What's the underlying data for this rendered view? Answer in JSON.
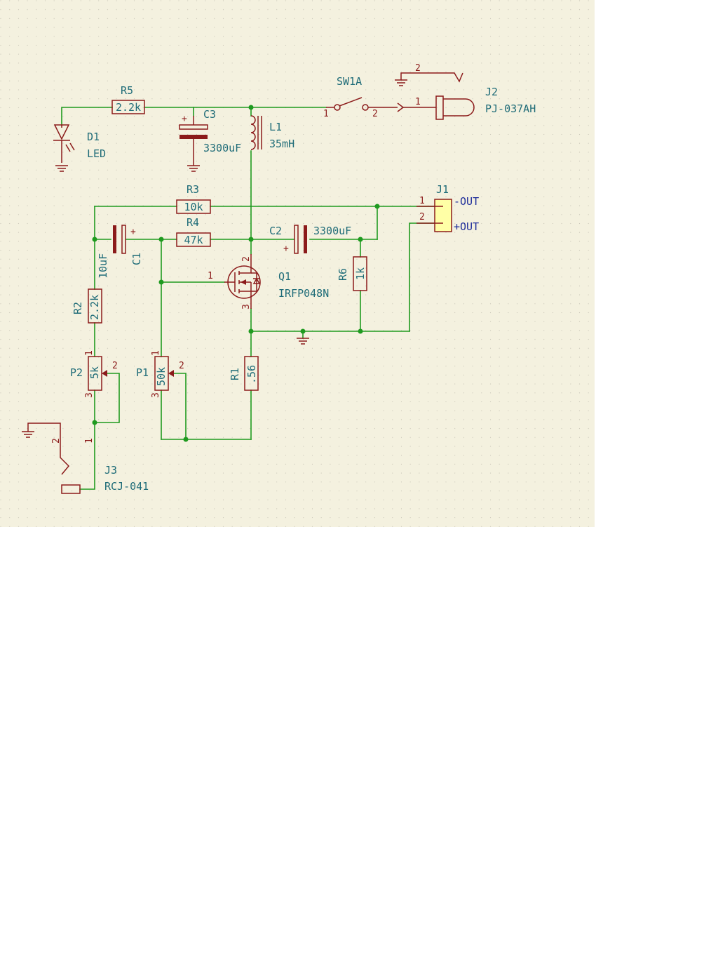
{
  "components": {
    "R5": {
      "ref": "R5",
      "value": "2.2k"
    },
    "C3": {
      "ref": "C3",
      "value": "3300uF"
    },
    "L1": {
      "ref": "L1",
      "value": "35mH"
    },
    "D1": {
      "ref": "D1",
      "value": "LED"
    },
    "SW1A": {
      "ref": "SW1A"
    },
    "J2": {
      "ref": "J2",
      "value": "PJ-037AH"
    },
    "R3": {
      "ref": "R3",
      "value": "10k"
    },
    "R4": {
      "ref": "R4",
      "value": "47k"
    },
    "C1": {
      "ref": "C1",
      "value": "10uF"
    },
    "C2": {
      "ref": "C2",
      "value": "3300uF"
    },
    "J1": {
      "ref": "J1"
    },
    "Q1": {
      "ref": "Q1",
      "value": "IRFP048N"
    },
    "R6": {
      "ref": "R6",
      "value": "1k"
    },
    "R2": {
      "ref": "R2",
      "value": "2.2k"
    },
    "P2": {
      "ref": "P2",
      "value": "5k"
    },
    "P1": {
      "ref": "P1",
      "value": "50k"
    },
    "R1": {
      "ref": "R1",
      "value": ".56"
    },
    "J3": {
      "ref": "J3",
      "value": "RCJ-041"
    }
  },
  "net_labels": {
    "out_neg": "-OUT",
    "out_pos": "+OUT"
  },
  "pins": {
    "p1": "1",
    "p2": "2",
    "p3": "3"
  },
  "polarity": {
    "plus": "+"
  },
  "colors": {
    "sheet": "#f4f1df",
    "wire": "#1f9a1f",
    "symbol": "#8b1a1a",
    "reference_text": "#1f6c78",
    "net_label": "#1f2e9a"
  }
}
